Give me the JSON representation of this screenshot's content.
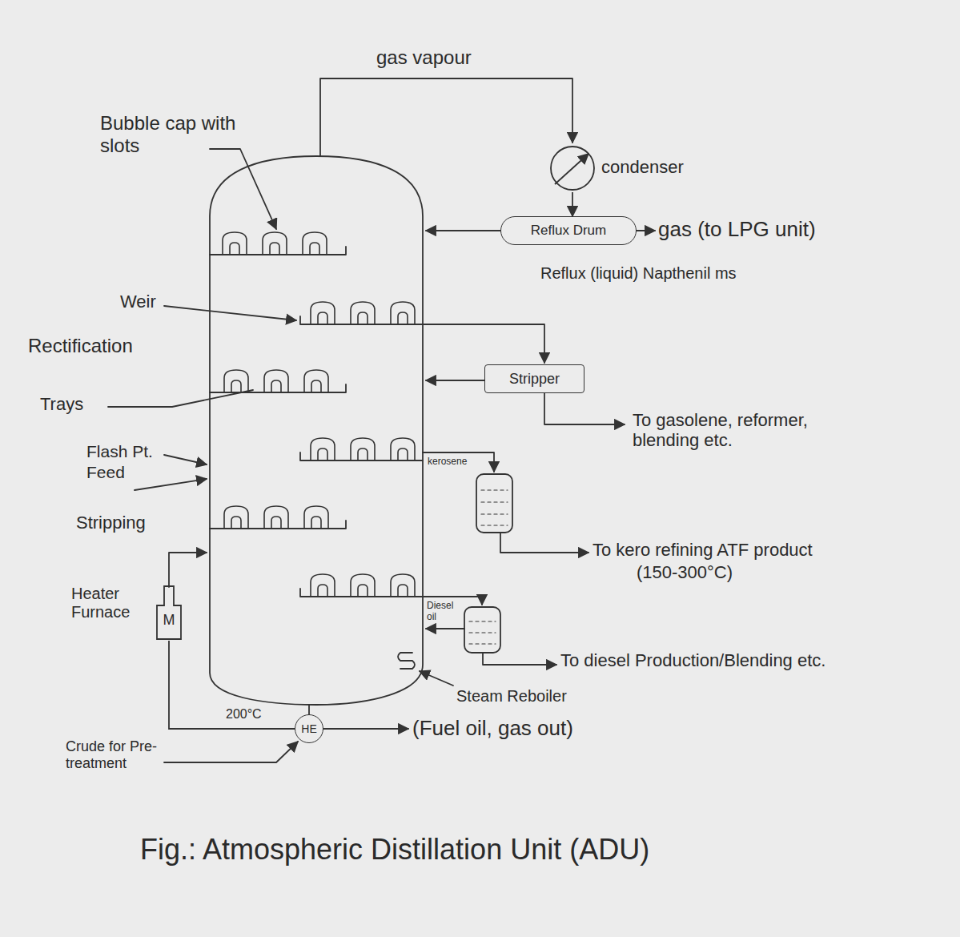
{
  "diagram": {
    "caption": "Fig.: Atmospheric Distillation Unit (ADU)",
    "nodes": [
      {
        "text": [
          "condenser"
        ]
      },
      {
        "text": [
          "Reflux Drum"
        ]
      },
      {
        "text": [
          "Stripper"
        ]
      },
      {
        "text": [
          "Heater Furnace",
          "M"
        ]
      },
      {
        "text": [
          "HE"
        ]
      }
    ],
    "edges": [
      {
        "from": 0,
        "to": 1,
        "arrow": "to"
      },
      {
        "from": 4,
        "to": 3,
        "arrow": "none"
      }
    ],
    "labels": [
      "gas vapour",
      "Bubble cap with slots",
      "gas (to LPG unit)",
      "Reflux (liquid) Napthenil ms",
      "Weir",
      "Rectification",
      "Trays",
      "Flash Pt.",
      "Feed",
      "Stripping",
      "To gasolene, reformer, blending etc.",
      "kerosene",
      "To kero refining ATF product",
      "(150-300°C)",
      "Diesel oil",
      "To diesel Production/Blending etc.",
      "Steam Reboiler",
      "200°C",
      "Crude for Pre-treatment",
      "(Fuel oil, gas out)"
    ]
  }
}
